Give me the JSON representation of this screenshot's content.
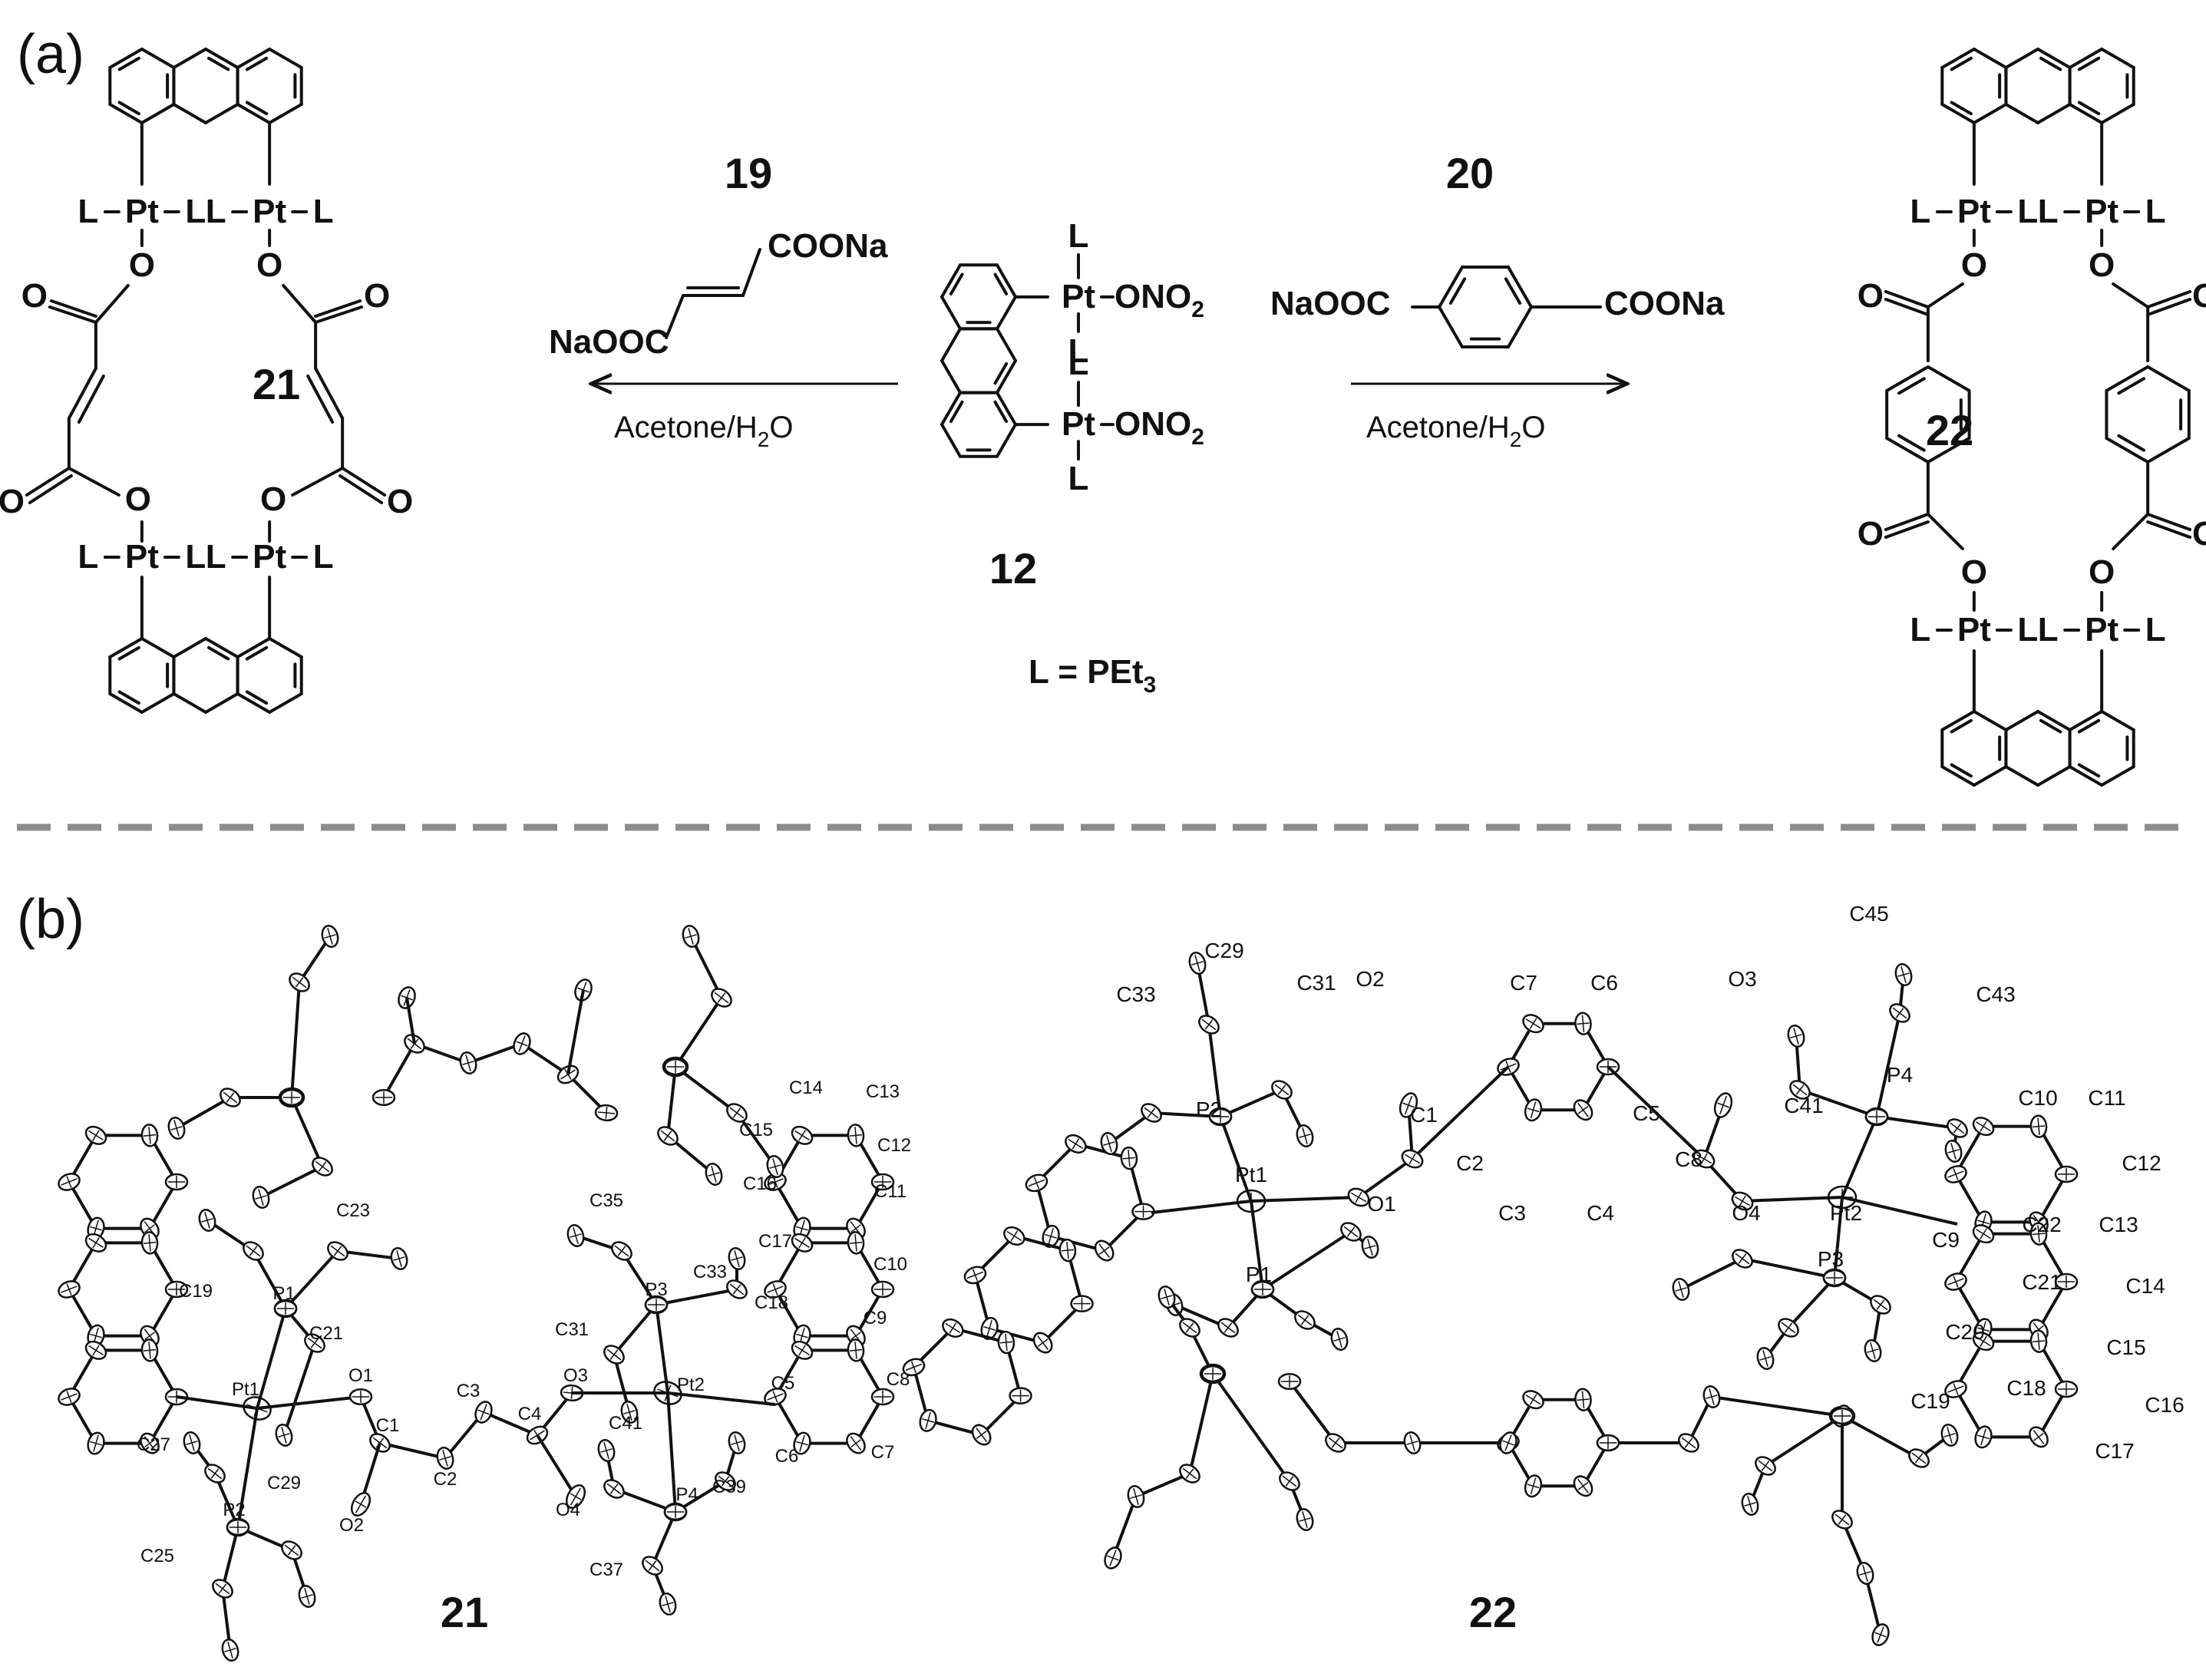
{
  "panels": {
    "a": "(a)",
    "b": "(b)"
  },
  "scheme": {
    "compounds": {
      "c12": "12",
      "c19": "19",
      "c20": "20",
      "c21": "21",
      "c22": "22"
    },
    "atoms": {
      "L": "L",
      "Pt": "Pt",
      "O": "O",
      "dash": "–"
    },
    "groups": {
      "COONa": "COONa",
      "NaOOC": "NaOOC",
      "ONO2": "ONO",
      "ONO2_sub": "2"
    },
    "conditions": {
      "left_main": "Acetone/H",
      "left_sub": "2",
      "left_tail": "O",
      "right_main": "Acetone/H",
      "right_sub": "2",
      "right_tail": "O"
    },
    "ligand_def": {
      "main": "L = PEt",
      "sub": "3"
    }
  },
  "crystal": {
    "c21_title": "21",
    "c22_title": "22",
    "labels_21": {
      "C14": "C14",
      "C13": "C13",
      "C12": "C12",
      "C15": "C15",
      "C16": "C16",
      "C11": "C11",
      "C35": "C35",
      "C17": "C17",
      "C10": "C10",
      "C23": "C23",
      "C33": "C33",
      "P3": "P3",
      "C18": "C18",
      "C9": "C9",
      "C19": "C19",
      "P1": "P1",
      "C21": "C21",
      "C31": "C31",
      "O3": "O3",
      "Pt2": "Pt2",
      "C5": "C5",
      "C8": "C8",
      "Pt1": "Pt1",
      "O1": "O1",
      "C3": "C3",
      "C4": "C4",
      "C27": "C27",
      "C1": "C1",
      "C41": "C41",
      "P4": "P4",
      "C6": "C6",
      "P2": "P2",
      "C29": "C29",
      "C2": "C2",
      "C39": "C39",
      "C7": "C7",
      "O4": "O4",
      "O2": "O2",
      "C25": "C25",
      "C37": "C37"
    },
    "labels_22": {
      "C29": "C29",
      "C31": "C31",
      "C33": "C33",
      "O2": "O2",
      "C7": "C7",
      "C6": "C6",
      "O3": "O3",
      "C45": "C45",
      "C43": "C43",
      "P2": "P2",
      "C1": "C1",
      "C5": "C5",
      "P4": "P4",
      "C41": "C41",
      "Pt1": "Pt1",
      "O1": "O1",
      "C2": "C2",
      "C8": "C8",
      "C10": "C10",
      "C11": "C11",
      "C3": "C3",
      "C4": "C4",
      "O4": "O4",
      "Pt2": "Pt2",
      "C12": "C12",
      "P1": "P1",
      "C9": "C9",
      "C22": "C22",
      "C13": "C13",
      "P3": "P3",
      "C21": "C21",
      "C14": "C14",
      "C20": "C20",
      "C15": "C15",
      "C16": "C16",
      "C19": "C19",
      "C18": "C18",
      "C17": "C17"
    }
  }
}
